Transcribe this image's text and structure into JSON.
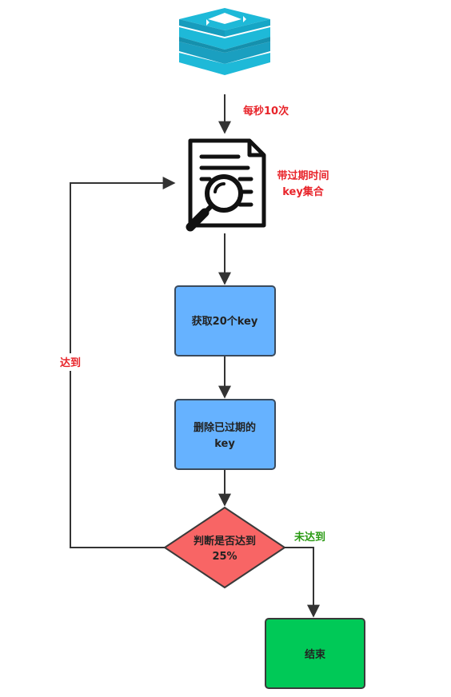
{
  "labels": {
    "rate": "每秒10次",
    "expire_set_line1": "带过期时间",
    "expire_set_line2": "key集合",
    "get_keys": "获取20个key",
    "delete_line1": "删除已过期的",
    "delete_line2": "key",
    "check_line1": "判断是否达到",
    "check_line2": "25%",
    "not_reached": "未达到",
    "reached": "达到",
    "end": "结束"
  },
  "colors": {
    "red_label": "#e8242a",
    "green_label": "#2a9a13",
    "box_blue": "#66b2ff",
    "box_blue_border": "#3a4a5c",
    "diamond_red": "#f86565",
    "end_green": "#00c957",
    "edge": "#333333",
    "redis_logo": "#1eb9d8"
  },
  "icons": {
    "top": "redis-logo-icon",
    "document": "document-search-icon"
  }
}
